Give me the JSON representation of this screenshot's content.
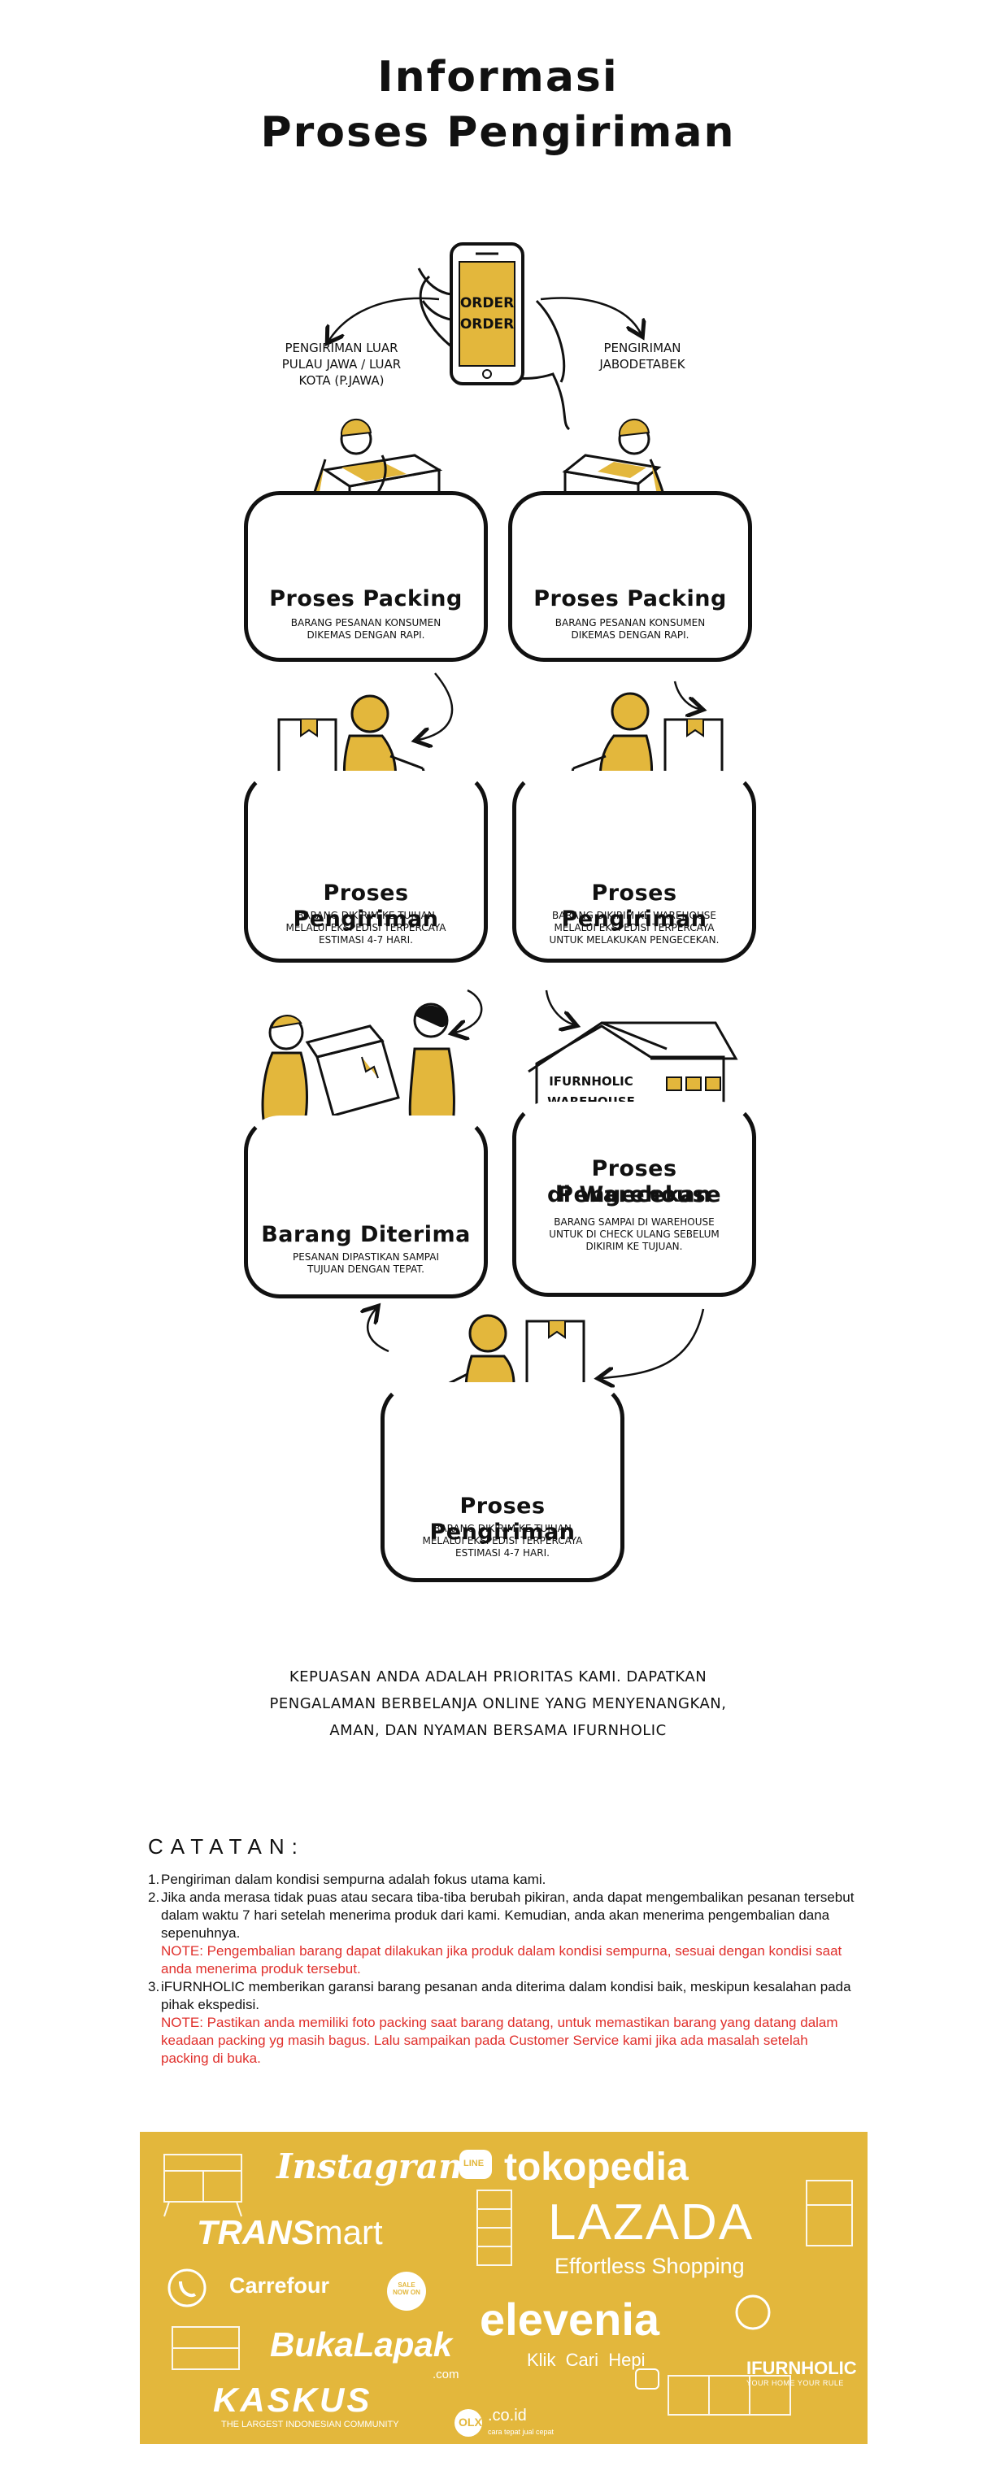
{
  "header": {
    "title_line1": "Informasi",
    "title_line2": "Proses Pengiriman"
  },
  "colors": {
    "accent": "#e3b73c",
    "ink": "#111111",
    "note_red": "#e0302c",
    "background": "#ffffff"
  },
  "phone": {
    "screen_line1": "ORDER",
    "screen_line2": "ORDER"
  },
  "branches": {
    "left_label": "Pengiriman Luar Pulau Jawa / Luar Kota (P.Jawa)",
    "right_label": "Pengiriman Jabodetabek"
  },
  "steps": {
    "packing_left": {
      "title": "Proses Packing",
      "desc": "Barang pesanan konsumen dikemas dengan rapi."
    },
    "packing_right": {
      "title": "Proses Packing",
      "desc": "Barang pesanan konsumen dikemas dengan rapi."
    },
    "shipping_left": {
      "title": "Proses Pengiriman",
      "desc": "Barang dikirim ke tujuan melalui ekspedisi terpercaya estimasi 4-7 hari."
    },
    "shipping_right": {
      "title": "Proses Pengiriman",
      "desc": "Barang dikirim ke warehouse melalui ekspedisi terpercaya untuk melakukan pengecekan."
    },
    "received": {
      "title": "Barang Diterima",
      "desc": "Pesanan dipastikan sampai tujuan dengan tepat."
    },
    "warehouse_check": {
      "title_line1": "Proses Pengecekan",
      "title_line2": "di Warehouse",
      "desc": "Barang sampai di warehouse untuk di check ulang sebelum dikirim ke tujuan.",
      "sign_line1": "IFURNHOLIC",
      "sign_line2": "WAREHOUSE"
    },
    "shipping_final": {
      "title": "Proses Pengiriman",
      "desc": "Barang dikirim ke tujuan melalui ekspedisi terpercaya estimasi 4-7 hari."
    }
  },
  "closing": {
    "line1": "Kepuasan anda adalah prioritas kami. Dapatkan",
    "line2": "pengalaman berbelanja online yang menyenangkan,",
    "line3": "aman, dan nyaman bersama iFurnholic"
  },
  "notes": {
    "heading": "CATATAN:",
    "items": [
      {
        "num": "1.",
        "text": "Pengiriman dalam kondisi sempurna adalah fokus utama kami."
      },
      {
        "num": "2.",
        "text": "Jika anda merasa tidak puas atau secara tiba-tiba berubah pikiran, anda dapat mengembalikan pesanan tersebut dalam waktu 7 hari setelah menerima produk dari kami. Kemudian, anda akan menerima pengembalian dana sepenuhnya.",
        "note": "NOTE: Pengembalian barang dapat dilakukan jika produk dalam kondisi sempurna, sesuai dengan kondisi saat anda menerima produk tersebut."
      },
      {
        "num": "3.",
        "text": "iFURNHOLIC memberikan garansi barang pesanan anda diterima dalam kondisi baik, meskipun kesalahan pada pihak ekspedisi.",
        "note": "NOTE: Pastikan anda memiliki foto packing saat barang datang, untuk memastikan barang yang datang dalam keadaan packing yg masih bagus. Lalu sampaikan pada Customer Service kami jika ada masalah setelah packing di buka."
      }
    ]
  },
  "banner": {
    "instagram": "Instagram",
    "line_icon": "LINE",
    "tokopedia": "tokopedia",
    "transmart_bold": "TRANS",
    "transmart_light": "mart",
    "lazada": "LAZADA",
    "lazada_tagline": "Effortless Shopping",
    "carrefour": "Carrefour",
    "sale_badge": "SALE NOW ON",
    "elevenia": "elevenia",
    "elevenia_tagline": "Klik  Cari  Hepi",
    "bukalapak": "BukaLapak",
    "bukalapak_suffix": ".com",
    "ifurnholic": "IFURNHOLIC",
    "ifurnholic_tagline": "YOUR HOME YOUR RULE",
    "kaskus": "KASKUS",
    "kaskus_tagline": "THE LARGEST INDONESIAN COMMUNITY",
    "olx": "OLX",
    "olx_suffix": ".co.id",
    "olx_tagline": "cara tepat jual cepat"
  }
}
